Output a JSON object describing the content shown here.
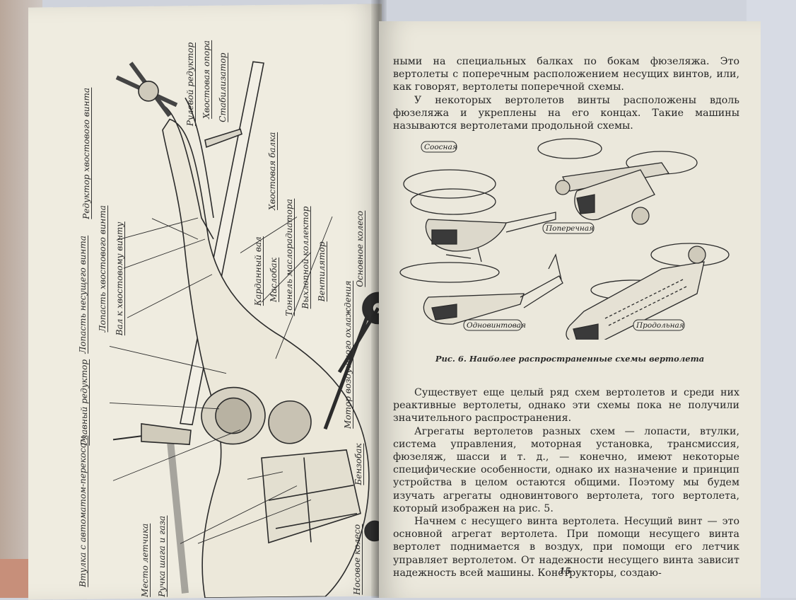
{
  "left_page": {
    "labels": [
      "Рулевой редуктор",
      "Хвостовая опора",
      "Стабилизатор",
      "Редуктор хвостового винта",
      "Хвостовая балка",
      "Лопасть хвостового винта",
      "Вал к хвостовому винту",
      "Лопасть несущего винта",
      "Главный редуктор",
      "Карданный вал",
      "Маслобак",
      "Тоннель маслорадиатора",
      "Выхлопной коллектор",
      "Вентилятор",
      "Основное колесо",
      "Мотор воздушного охлаждения",
      "Бензобак",
      "Втулка с автоматом-перекосом",
      "Место летчика",
      "Ручка шага и газа",
      "Носовое колесо"
    ]
  },
  "right_page": {
    "para1": "ными на специальных балках по бокам фюзеляжа. Это вертолеты с поперечным расположением несущих винтов, или, как говорят, вертолеты поперечной схемы.",
    "para2": "У некоторых вертолетов винты расположены вдоль фюзеляжа и укреплены на его концах. Такие машины называются вертолетами продольной схемы.",
    "figure_tags": {
      "coaxial": "Соосная",
      "transverse": "Поперечная",
      "single_rotor": "Одновинтовая",
      "tandem": "Продольная"
    },
    "caption": "Рис. 6. Наиболее распространенные схемы вертолета",
    "para3": "Существует еще целый ряд схем вертолетов и среди них реактивные вертолеты, однако эти схемы пока не получили значительного распространения.",
    "para4": "Агрегаты вертолетов разных схем — лопасти, втулки, система управления, моторная установка, трансмиссия, фюзеляж, шасси и т. д., — конечно, имеют некоторые специфические особенности, однако их назначение и принцип устройства в целом остаются общими. Поэтому мы будем изучать агрегаты одновинтового вертолета, того вертолета, который изображен на рис. 5.",
    "para5": "Начнем с несущего винта вертолета. Несущий винт — это основной агрегат вертолета. При помощи несущего винта вертолет поднимается в воздух, при помощи его летчик управляет вертолетом. От надежности несущего винта зависит надежность всей машины. Конструкторы, создаю-",
    "page_number": "15"
  }
}
